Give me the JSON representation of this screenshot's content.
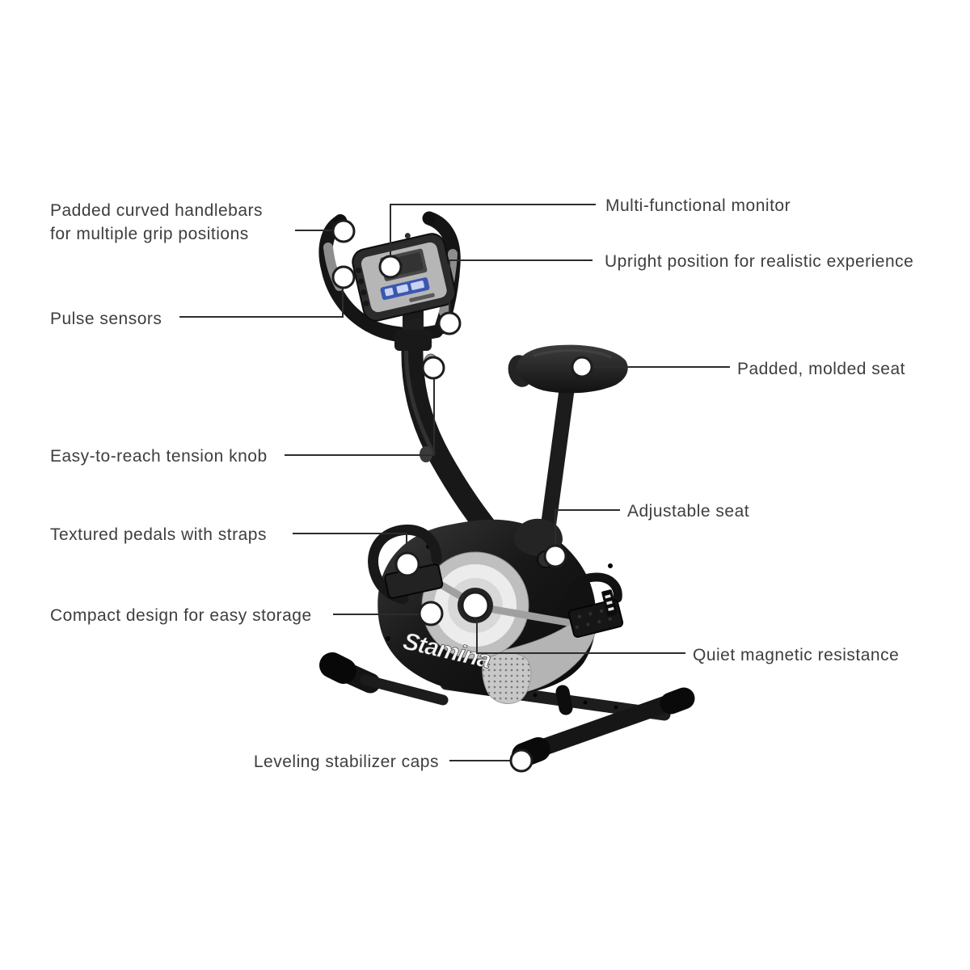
{
  "figure": {
    "type": "product-feature-diagram",
    "product": "Stamina upright magnetic exercise bike"
  },
  "brand": {
    "logo_text": "Stamina"
  },
  "callouts": {
    "handlebars": {
      "label_line1": "Padded curved handlebars",
      "label_line2": "for multiple grip positions"
    },
    "pulse_sensors": {
      "label": "Pulse sensors"
    },
    "tension_knob": {
      "label": "Easy-to-reach tension knob"
    },
    "pedals": {
      "label": "Textured pedals with straps"
    },
    "compact_design": {
      "label": "Compact design for easy storage"
    },
    "leveling_caps": {
      "label": "Leveling stabilizer caps"
    },
    "monitor": {
      "label": "Multi-functional monitor"
    },
    "upright_position": {
      "label": "Upright position for realistic experience"
    },
    "seat": {
      "label": "Padded, molded seat"
    },
    "adjustable_seat": {
      "label": "Adjustable seat"
    },
    "resistance": {
      "label": "Quiet magnetic resistance"
    }
  },
  "colors": {
    "background": "#ffffff",
    "label_text": "#3e3e3e",
    "callout_line": "#2c2c2c",
    "callout_marker_fill": "#ffffff",
    "callout_marker_stroke": "#1d1d1d",
    "bike_black": "#1a1a1a",
    "grip_gray": "#8e8e8e",
    "flywheel_silver": "#c2c2c2",
    "console_face_silver": "#b6b6b6",
    "console_button_blue": "#3a57b0",
    "logo_white": "#f5f5f5"
  }
}
